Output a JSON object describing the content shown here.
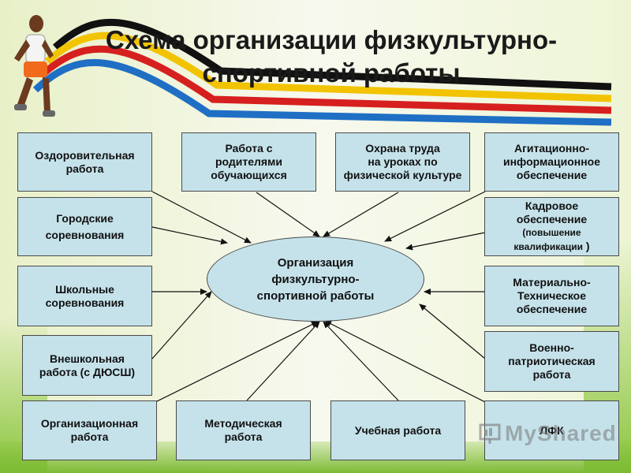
{
  "title_line1": "Схема организации физкультурно-",
  "title_line2": "спортивной работы",
  "center": {
    "line1": "Организация",
    "line2": "физкультурно-",
    "line3": "спортивной работы"
  },
  "boxes": {
    "ozdorovitelnaya": [
      "Оздоровительная",
      "работа"
    ],
    "roditeli": [
      "Работа с",
      "родителями",
      "обучающихся"
    ],
    "okhrana": [
      "Охрана труда",
      "на уроках по",
      "физической культуре"
    ],
    "agitatsionno": [
      "Агитационно-",
      "информационное",
      "обеспечение"
    ],
    "gorodskie": [
      "Городские",
      "соревнования"
    ],
    "kadrovoe": [
      "Кадровое",
      "обеспечение",
      "(повышение",
      "квалификации",
      ")"
    ],
    "shkolnye": [
      "Школьные",
      "соревнования"
    ],
    "materialno": [
      "Материально-",
      "Техническое",
      "обеспечение"
    ],
    "vneshkolnaya": [
      "Внешкольная",
      "работа (с ДЮСШ)"
    ],
    "voenno": [
      "Военно-",
      "патриотическая",
      "работа"
    ],
    "organizatsionnaya": [
      "Организационная",
      "работа"
    ],
    "metodicheskaya": [
      "Методическая",
      "работа"
    ],
    "uchebnaya": [
      "Учебная работа"
    ],
    "lfk": [
      "ЛФК"
    ]
  },
  "watermark": "MyShared",
  "colors": {
    "box_fill": "#c5e2ea",
    "stripe_black": "#111111",
    "stripe_yellow": "#f2c300",
    "stripe_red": "#d6201f",
    "stripe_blue": "#1f6fc4",
    "green": "#8cc63f"
  }
}
